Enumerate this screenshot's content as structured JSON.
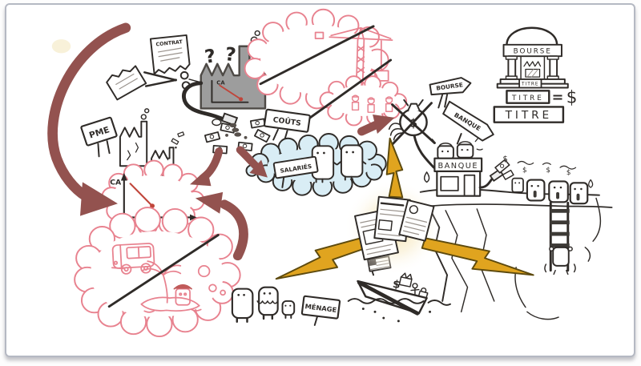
{
  "scene": {
    "description": "Hand-drawn whiteboard-style economics sketch (financial crisis explainer, French labels)",
    "labels": {
      "contract_paper": "CONTRAT",
      "question_mark": "?",
      "factory_chart_axis": "CA",
      "costs_sign": "COÛTS",
      "salaries_sign": "SALARIÉS",
      "sme_sign": "PME",
      "revenue_chart_axis": "CA",
      "bourse_signpost": "BOURSE",
      "banque_signpost": "BANQUE",
      "banque_building": "BANQUE",
      "menage_sign": "MÉNAGE",
      "bourse_building": "BOURSE",
      "titre_plate": "TITRE",
      "titre_equation_box": "TITRE",
      "equals_sign": "=",
      "dollar_sign": "$",
      "titre_large_box": "TITRE"
    },
    "colors": {
      "ink": "#2f2b28",
      "arrow": "#93524f",
      "pink": "#e8828f",
      "blue_fill": "#d9edf5",
      "gold": "#e0a41f",
      "gold_dark": "#5d4a0e",
      "glow": "#f7e3a6",
      "gray_fill": "#9d9d9d",
      "red_accent": "#c0453a",
      "frame_border": "#b5b9c3"
    }
  }
}
